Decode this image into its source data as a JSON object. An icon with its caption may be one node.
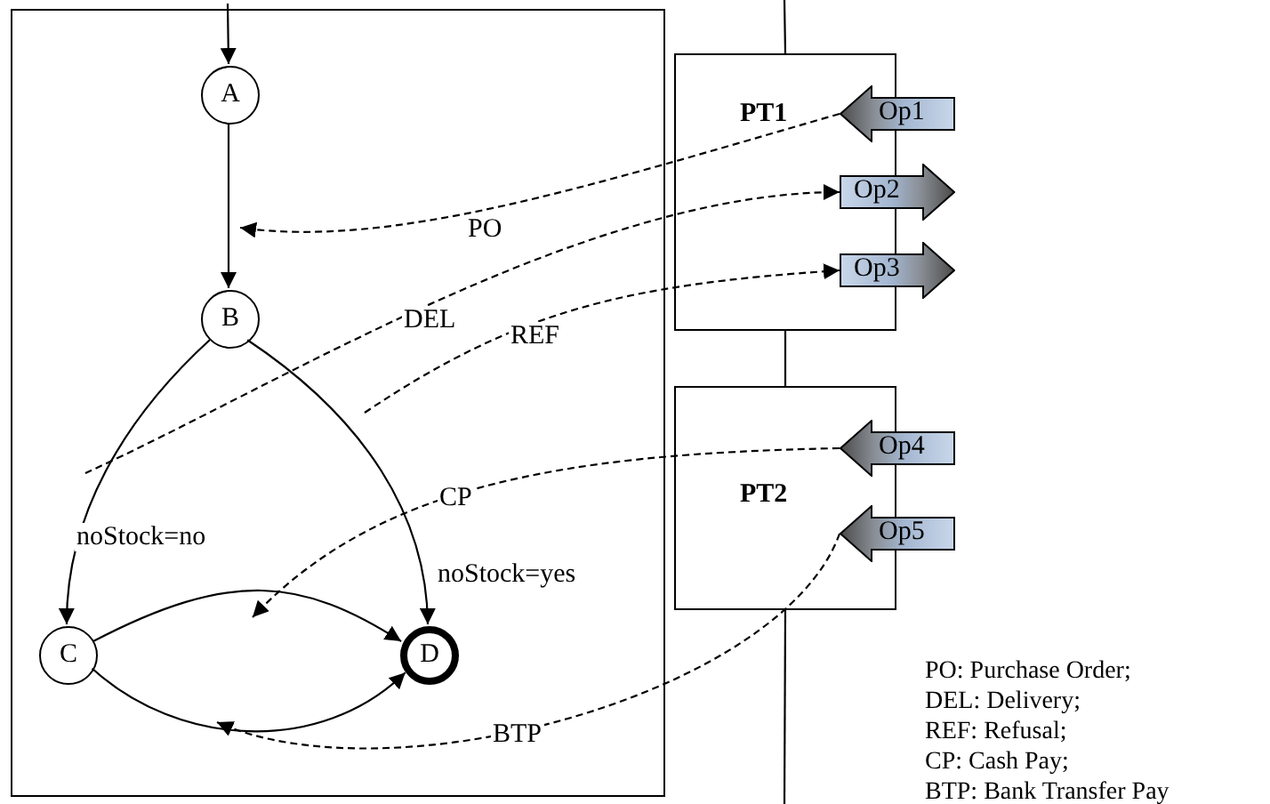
{
  "diagram": {
    "nodes": [
      {
        "text": [],
        "shape": "box"
      },
      {
        "text": [
          "A"
        ],
        "in": 0
      },
      {
        "text": [
          "B"
        ],
        "in": 0
      },
      {
        "text": [
          "C"
        ],
        "in": 0
      },
      {
        "text": [
          "D"
        ],
        "in": 0
      },
      {
        "text": [
          "PT1"
        ]
      },
      {
        "text": [
          "Op1"
        ]
      },
      {
        "text": [
          "Op2"
        ]
      },
      {
        "text": [
          "Op3"
        ]
      },
      {
        "text": [
          "PT2"
        ]
      },
      {
        "text": [
          "Op4"
        ]
      },
      {
        "text": [
          "Op5"
        ]
      }
    ],
    "edges": [
      {
        "from": null,
        "to": 1,
        "arrow": "to"
      },
      {
        "from": 1,
        "to": 2,
        "arrow": "to"
      },
      {
        "from": 2,
        "to": 3,
        "label": "noStock=no",
        "arrow": "to"
      },
      {
        "from": 2,
        "to": 4,
        "label": "noStock=yes",
        "arrow": "to"
      },
      {
        "from": 3,
        "to": 4,
        "arrow": "to"
      },
      {
        "from": 3,
        "to": 4,
        "arrow": "to"
      },
      {
        "from": 6,
        "to": null,
        "label": "PO",
        "arrow": "to",
        "style": "dashed"
      },
      {
        "from": null,
        "to": 7,
        "label": "DEL",
        "arrow": "to",
        "style": "dashed"
      },
      {
        "from": null,
        "to": 8,
        "label": "REF",
        "arrow": "to",
        "style": "dashed"
      },
      {
        "from": 10,
        "to": null,
        "label": "CP",
        "arrow": "to",
        "style": "dashed"
      },
      {
        "from": 11,
        "to": null,
        "label": "BTP",
        "arrow": "to",
        "style": "dashed"
      },
      {
        "from": null,
        "to": 5,
        "arrow": "none"
      },
      {
        "from": 5,
        "to": 9,
        "arrow": "none"
      },
      {
        "from": 9,
        "to": null,
        "arrow": "none"
      }
    ],
    "labels": [
      "PO: Purchase Order;",
      "DEL: Delivery;",
      "REF: Refusal;",
      "CP:  Cash Pay;",
      "BTP: Bank Transfer Pay"
    ]
  }
}
